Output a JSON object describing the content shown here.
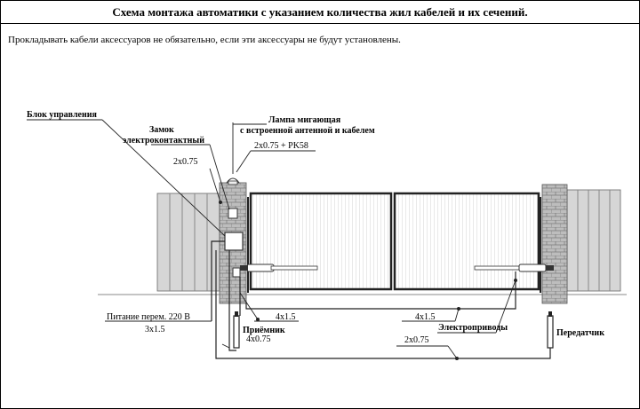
{
  "header": {
    "title": "Схема монтажа автоматики с указанием количества жил кабелей и их сечений.",
    "note": "Прокладывать кабели аксессуаров не обязательно, если эти аксессуары не будут установлены."
  },
  "labels": {
    "control_unit": "Блок управления",
    "lock_line1": "Замок",
    "lock_line2": "электроконтактный",
    "lamp_line1": "Лампа мигающая",
    "lamp_line2": "с встроенной антенной и кабелем",
    "lamp_cable": "2x0.75 + PK58",
    "lock_cable": "2x0.75",
    "power_label": "Питание  перем.  220 В",
    "power_cable": "3x1.5",
    "receiver": "Приёмник",
    "receiver_cable": "4x0.75",
    "motor_cable_left": "4x1.5",
    "motor_cable_right": "4x1.5",
    "actuators": "Электроприводы",
    "transmitter_cable": "2x0.75",
    "transmitter": "Передатчик"
  }
}
